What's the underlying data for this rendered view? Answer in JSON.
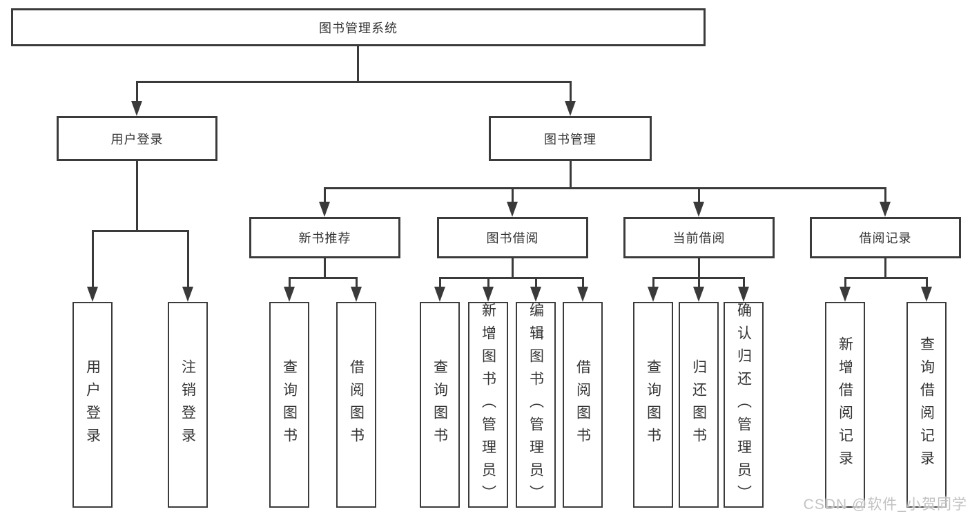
{
  "diagram": {
    "root": {
      "label": "图书管理系统"
    },
    "level2": [
      {
        "label": "用户登录"
      },
      {
        "label": "图书管理"
      }
    ],
    "level3": [
      {
        "label": "新书推荐"
      },
      {
        "label": "图书借阅"
      },
      {
        "label": "当前借阅"
      },
      {
        "label": "借阅记录"
      }
    ],
    "leaves": {
      "user_login": [
        {
          "label": "用户登录"
        },
        {
          "label": "注销登录"
        }
      ],
      "new_book": [
        {
          "label": "查询图书"
        },
        {
          "label": "借阅图书"
        }
      ],
      "book_borrow": [
        {
          "label": "查询图书"
        },
        {
          "label": "新增图书（管理员）"
        },
        {
          "label": "编辑图书（管理员）"
        },
        {
          "label": "借阅图书"
        }
      ],
      "current_borrow": [
        {
          "label": "查询图书"
        },
        {
          "label": "归还图书"
        },
        {
          "label": "确认归还（管理员）"
        }
      ],
      "borrow_record": [
        {
          "label": "新增借阅记录"
        },
        {
          "label": "查询借阅记录"
        }
      ]
    }
  },
  "watermark": {
    "text": "CSDN @软件_小贺同学"
  },
  "colors": {
    "line": "#3a3a3a",
    "box_border": "#3b3b3b",
    "text": "#333333",
    "watermark": "#c2c2c2",
    "background": "#ffffff"
  }
}
